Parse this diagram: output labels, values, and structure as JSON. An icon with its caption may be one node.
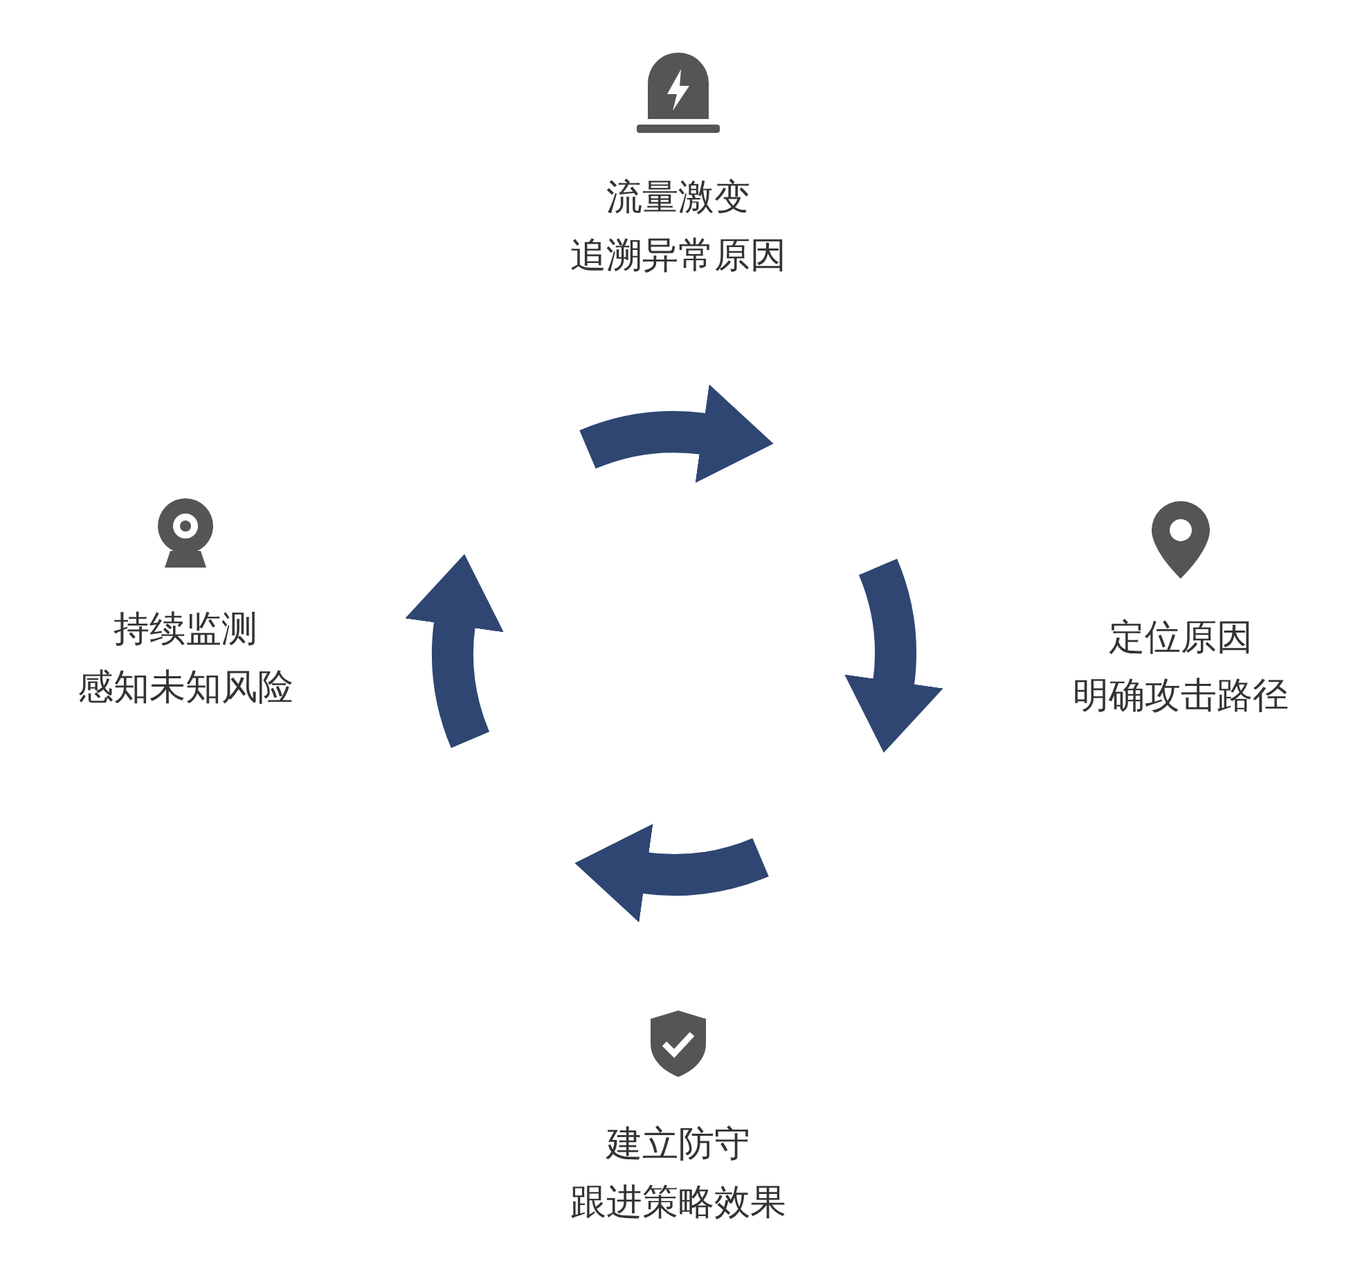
{
  "diagram": {
    "nodes": [
      {
        "text": [
          "流量激变",
          "追溯异常原因"
        ]
      },
      {
        "text": [
          "定位原因",
          "明确攻击路径"
        ]
      },
      {
        "text": [
          "建立防守",
          "跟进策略效果"
        ]
      },
      {
        "text": [
          "持续监测",
          "感知未知风险"
        ]
      }
    ]
  }
}
